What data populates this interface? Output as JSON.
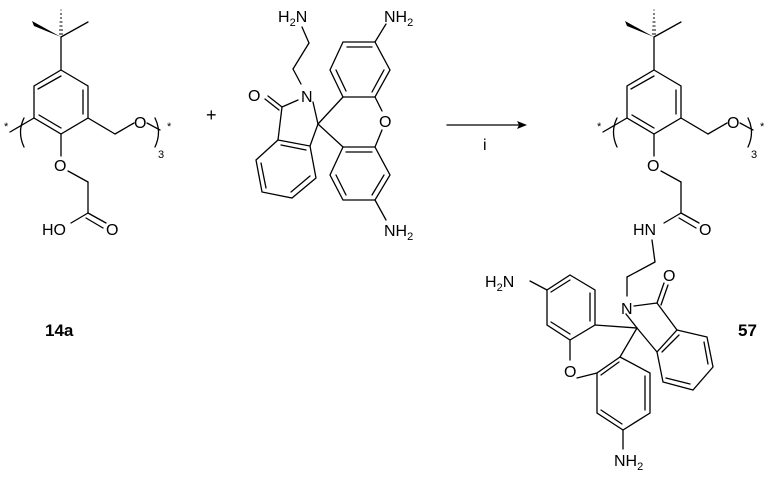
{
  "reactant1": {
    "compound_number": "14a",
    "star": "*",
    "repeat_sub": "3",
    "o": "O",
    "ho": "HO",
    "carbonyl_o": "O"
  },
  "plus": "+",
  "reactant2": {
    "h2n": {
      "main": "H",
      "sub": "2",
      "end": "N"
    },
    "nh2": {
      "main": "NH",
      "sub": "2"
    },
    "n": "N",
    "o": "O",
    "xanthene_o": "O"
  },
  "arrow": {
    "condition": "i"
  },
  "product": {
    "compound_number": "57",
    "star": "*",
    "repeat_sub": "3",
    "o": "O",
    "hn": "HN",
    "carbonyl_o": "O",
    "n": "N",
    "lactam_o": "O",
    "xanthene_o": "O",
    "h2n": {
      "main": "H",
      "sub": "2",
      "end": "N"
    },
    "nh2": {
      "main": "NH",
      "sub": "2"
    }
  }
}
